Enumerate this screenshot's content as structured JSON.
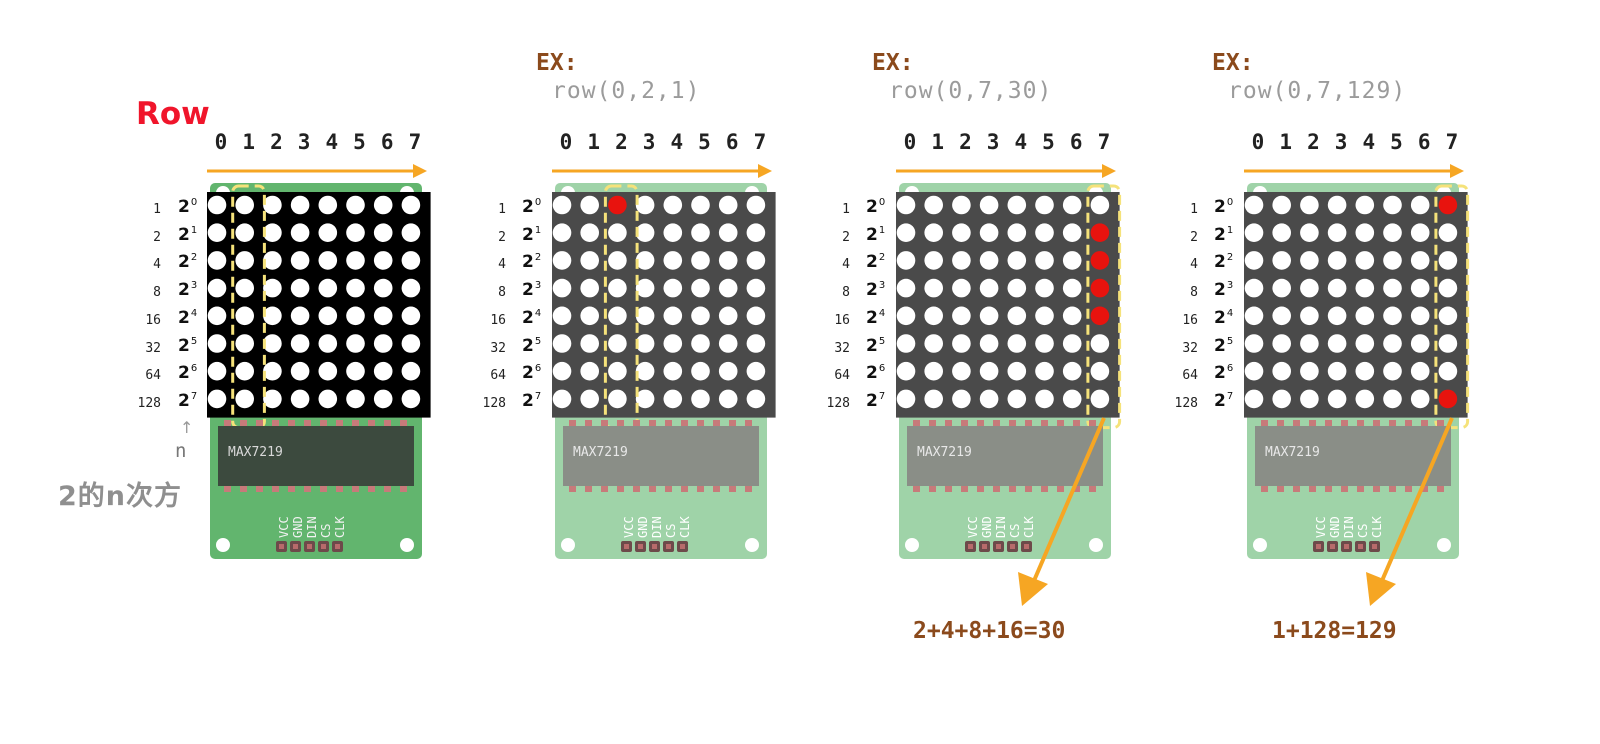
{
  "title": "Row",
  "n_label": "n",
  "n_arrow": "↑",
  "power_desc": "2的n次方",
  "column_numbers": [
    "0",
    "1",
    "2",
    "3",
    "4",
    "5",
    "6",
    "7"
  ],
  "row_values": [
    "1",
    "2",
    "4",
    "8",
    "16",
    "32",
    "64",
    "128"
  ],
  "row_exponents": [
    "0",
    "1",
    "2",
    "3",
    "4",
    "5",
    "6",
    "7"
  ],
  "power_base": "2",
  "chip_label": "MAX7219",
  "pins": [
    "VCC",
    "GND",
    "DIN",
    "CS",
    "CLK"
  ],
  "colors": {
    "accent_arrow": "#f6a623",
    "highlight_dash": "#f5e27a",
    "led_on": "#e8130e",
    "board_green": "#62b56e",
    "board_faded": "#9fd3a8",
    "title_red": "#f0152b",
    "example_brown": "#8b4a1c"
  },
  "panels": [
    {
      "id": "base",
      "ex_label": "",
      "call": "",
      "highlight_col": 1,
      "lit": [],
      "sum": "",
      "faded": false
    },
    {
      "id": "ex1",
      "ex_label": "EX:",
      "call": "row(0,2,1)",
      "highlight_col": 2,
      "lit": [
        0
      ],
      "sum": "",
      "faded": true
    },
    {
      "id": "ex2",
      "ex_label": "EX:",
      "call": "row(0,7,30)",
      "highlight_col": 7,
      "lit": [
        1,
        2,
        3,
        4
      ],
      "sum": "2+4+8+16=30",
      "faded": true
    },
    {
      "id": "ex3",
      "ex_label": "EX:",
      "call": "row(0,7,129)",
      "highlight_col": 7,
      "lit": [
        0,
        7
      ],
      "sum": "1+128=129",
      "faded": true
    }
  ]
}
